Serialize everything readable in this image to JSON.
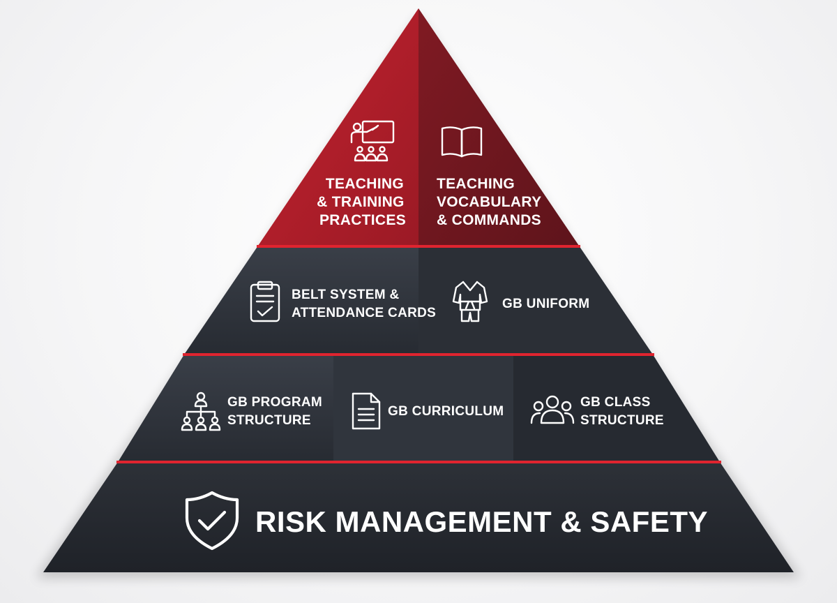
{
  "colors": {
    "red_light": "#b8202d",
    "red_dark": "#7a1620",
    "slate_light": "#363b44",
    "slate_dark": "#23272e",
    "divider_red": "#e0242f",
    "text": "#ffffff"
  },
  "pyramid": {
    "tier1": {
      "left": {
        "icon": "teacher-presentation-icon",
        "lines": [
          "TEACHING",
          "& TRAINING",
          "PRACTICES"
        ]
      },
      "right": {
        "icon": "open-book-icon",
        "lines": [
          "TEACHING",
          "VOCABULARY",
          "& COMMANDS"
        ]
      }
    },
    "tier2": {
      "left": {
        "icon": "clipboard-check-icon",
        "lines": [
          "BELT SYSTEM &",
          "ATTENDANCE CARDS"
        ]
      },
      "right": {
        "icon": "gi-uniform-icon",
        "lines": [
          "GB UNIFORM"
        ]
      }
    },
    "tier3": {
      "left": {
        "icon": "org-chart-icon",
        "lines": [
          "GB PROGRAM",
          "STRUCTURE"
        ]
      },
      "center": {
        "icon": "document-icon",
        "lines": [
          "GB CURRICULUM"
        ]
      },
      "right": {
        "icon": "group-people-icon",
        "lines": [
          "GB CLASS",
          "STRUCTURE"
        ]
      }
    },
    "base": {
      "icon": "shield-check-icon",
      "lines": [
        "RISK MANAGEMENT & SAFETY"
      ]
    }
  }
}
